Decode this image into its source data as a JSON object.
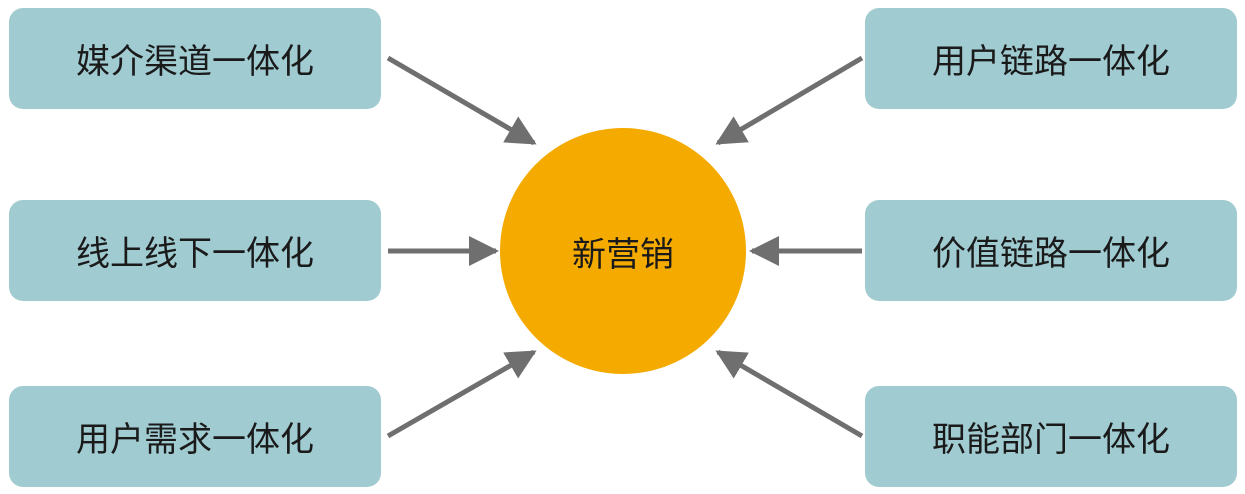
{
  "center": {
    "label": "新营销"
  },
  "left_items": [
    {
      "label": "媒介渠道一体化"
    },
    {
      "label": "线上线下一体化"
    },
    {
      "label": "用户需求一体化"
    }
  ],
  "right_items": [
    {
      "label": "用户链路一体化"
    },
    {
      "label": "价值链路一体化"
    },
    {
      "label": "职能部门一体化"
    }
  ],
  "colors": {
    "box_fill": "#9fcbd1",
    "center_fill": "#f5aa00",
    "arrow": "#6f6f6f"
  }
}
